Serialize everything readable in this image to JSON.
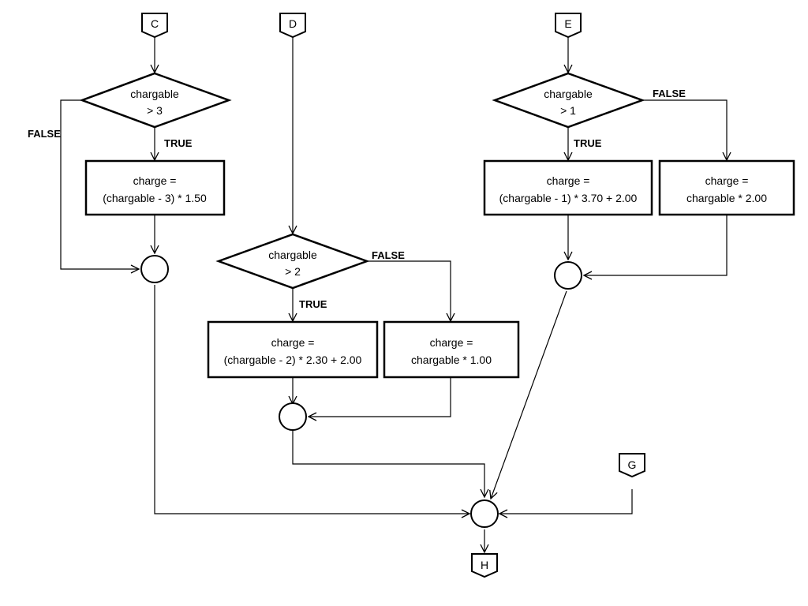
{
  "connectors": {
    "C": "C",
    "D": "D",
    "E": "E",
    "G": "G",
    "H": "H"
  },
  "decisions": {
    "d1": {
      "line1": "chargable",
      "line2": "> 3"
    },
    "d2": {
      "line1": "chargable",
      "line2": "> 2"
    },
    "d3": {
      "line1": "chargable",
      "line2": "> 1"
    }
  },
  "processes": {
    "p1": {
      "line1": "charge =",
      "line2": "(chargable - 3) * 1.50"
    },
    "p2": {
      "line1": "charge =",
      "line2": "(chargable - 2) * 2.30 + 2.00"
    },
    "p3": {
      "line1": "charge =",
      "line2": "chargable * 1.00"
    },
    "p4": {
      "line1": "charge =",
      "line2": "(chargable - 1) * 3.70 + 2.00"
    },
    "p5": {
      "line1": "charge =",
      "line2": "chargable * 2.00"
    }
  },
  "edge_labels": {
    "d1_true": "TRUE",
    "d1_false": "FALSE",
    "d2_true": "TRUE",
    "d2_false": "FALSE",
    "d3_true": "TRUE",
    "d3_false": "FALSE"
  }
}
